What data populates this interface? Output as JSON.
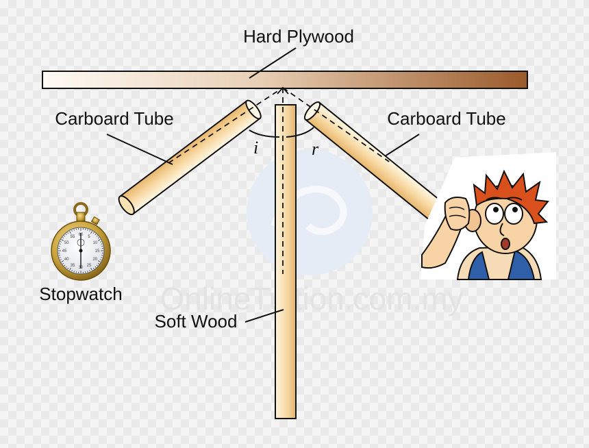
{
  "labels": {
    "plywood": "Hard Plywood",
    "tube_left": "Carboard Tube",
    "tube_right": "Carboard Tube",
    "stopwatch": "Stopwatch",
    "softwood": "Soft Wood",
    "angle_incidence": "i",
    "angle_reflection": "r"
  },
  "watermark": "OnlineTuition.com.my",
  "stopwatch_dial": [
    "55",
    "60",
    "5",
    "10",
    "15",
    "20",
    "25",
    "30",
    "35",
    "40",
    "45",
    "50"
  ],
  "icons": {
    "stopwatch": "stopwatch-icon",
    "listener": "boy-listening-icon",
    "watermark_logo": "globe-logo-icon"
  },
  "colors": {
    "plywood_light": "#fffaf2",
    "plywood_dark": "#9a5a2b",
    "wood_light": "#fff3d9",
    "wood_dark": "#e2b36d",
    "hair": "#d9501c",
    "line": "#111111"
  }
}
